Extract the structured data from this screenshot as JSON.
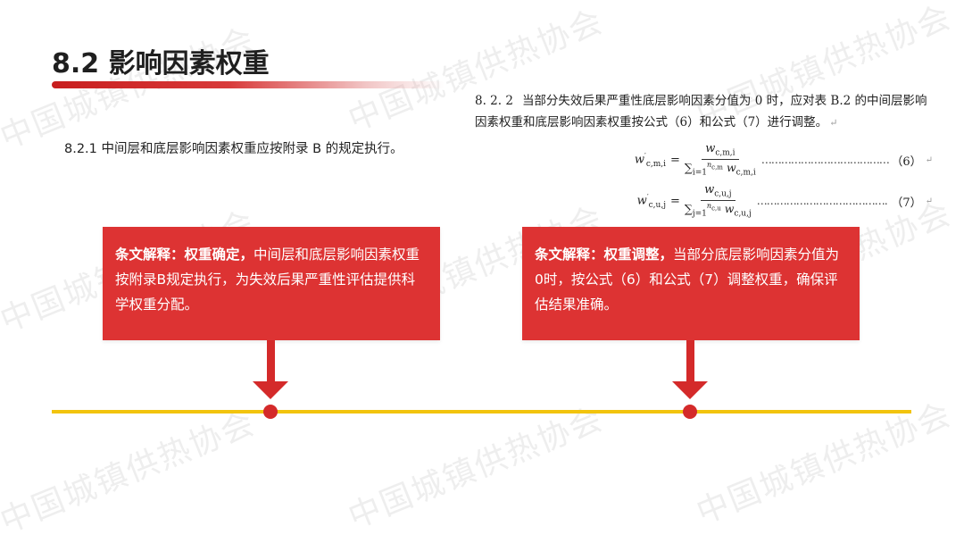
{
  "slide": {
    "title": "8.2 影响因素权重",
    "watermark_text": "中国城镇供热协会",
    "accent_color": "#dd3333",
    "timeline_color": "#f2c40e"
  },
  "clause_821": {
    "text": "8.2.1  中间层和底层影响因素权重应按附录 B 的规定执行。"
  },
  "clause_822": {
    "number": "8. 2. 2",
    "text": "当部分失效后果严重性底层影响因素分值为 0 时，应对表 B.2 的中间层影响因素权重和底层影响因素权重按公式（6）和公式（7）进行调整。",
    "return_mark": "↵"
  },
  "formulas": [
    {
      "lhs_var": "w",
      "lhs_prime": "′",
      "lhs_sub": "c,m,i",
      "num_var": "w",
      "num_sub": "c,m,i",
      "den_sum": "∑",
      "den_sub": "i=1",
      "den_sup": "n",
      "den_sup_sub": "c,m",
      "den_var": "w",
      "den_var_sub": "c,m,i",
      "dots": "……………………………………………..",
      "eqnum": "（6）",
      "ret": "↵"
    },
    {
      "lhs_var": "w",
      "lhs_prime": "′",
      "lhs_sub": "c,u,j",
      "num_var": "w",
      "num_sub": "c,u,j",
      "den_sum": "∑",
      "den_sub": "j=1",
      "den_sup": "n",
      "den_sup_sub": "c,u",
      "den_var": "w",
      "den_var_sub": "c,u,j",
      "dots": "……………………………………………..",
      "eqnum": "（7）",
      "ret": "↵"
    }
  ],
  "cards": [
    {
      "lead": "条文解释：权重确定，",
      "body": "中间层和底层影响因素权重按附录B规定执行，为失效后果严重性评估提供科学权重分配。"
    },
    {
      "lead": "条文解释：权重调整，",
      "body": "当部分底层影响因素分值为0时，按公式（6）和公式（7）调整权重，确保评估结果准确。"
    }
  ]
}
